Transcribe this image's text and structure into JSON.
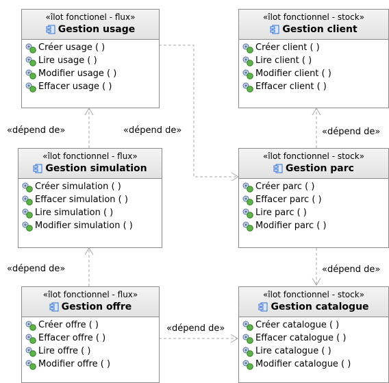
{
  "components": {
    "usage": {
      "stereotype": "«îlot fonctionel - flux»",
      "name": "Gestion usage",
      "operations": [
        "Créer usage ( )",
        "Lire usage ( )",
        "Modifier usage ( )",
        "Effacer usage ( )"
      ]
    },
    "client": {
      "stereotype": "«îlot fonctionnel - stock»",
      "name": "Gestion client",
      "operations": [
        "Créer client ( )",
        "Lire client ( )",
        "Modifier client ( )",
        "Effacer client ( )"
      ]
    },
    "simulation": {
      "stereotype": "«îlot fonctionnel - flux»",
      "name": "Gestion simulation",
      "operations": [
        "Créer simulation ( )",
        "Effacer simulation ( )",
        "Lire simulation ( )",
        "Modifier simulation ( )"
      ]
    },
    "parc": {
      "stereotype": "«îlot fonctionnel - stock»",
      "name": "Gestion parc",
      "operations": [
        "Créer parc ( )",
        "Effacer parc ( )",
        "Lire parc ( )",
        "Modifier parc ( )"
      ]
    },
    "offre": {
      "stereotype": "«îlot fonctionnel - flux»",
      "name": "Gestion offre",
      "operations": [
        "Créer offre ( )",
        "Effacer offre ( )",
        "Lire offre ( )",
        "Modifier offre ( )"
      ]
    },
    "catalogue": {
      "stereotype": "«îlot fonctionnel - stock»",
      "name": "Gestion catalogue",
      "operations": [
        "Créer catalogue ( )",
        "Effacer catalogue ( )",
        "Lire catalogue ( )",
        "Modifier catalogue ( )"
      ]
    }
  },
  "dependencies": {
    "simulation_usage": "«dépend de»",
    "usage_parc": "«dépend de»",
    "parc_client": "«dépend de»",
    "offre_simulation": "«dépend de»",
    "parc_catalogue": "«dépend de»",
    "offre_catalogue": "«dépend de»"
  },
  "colors": {
    "border": "#8a8a8a",
    "header": "#e8e8e8",
    "arrow": "#a8a8a8",
    "component_icon": "#2f6fd0",
    "operation_icon": "#5fb34a"
  }
}
